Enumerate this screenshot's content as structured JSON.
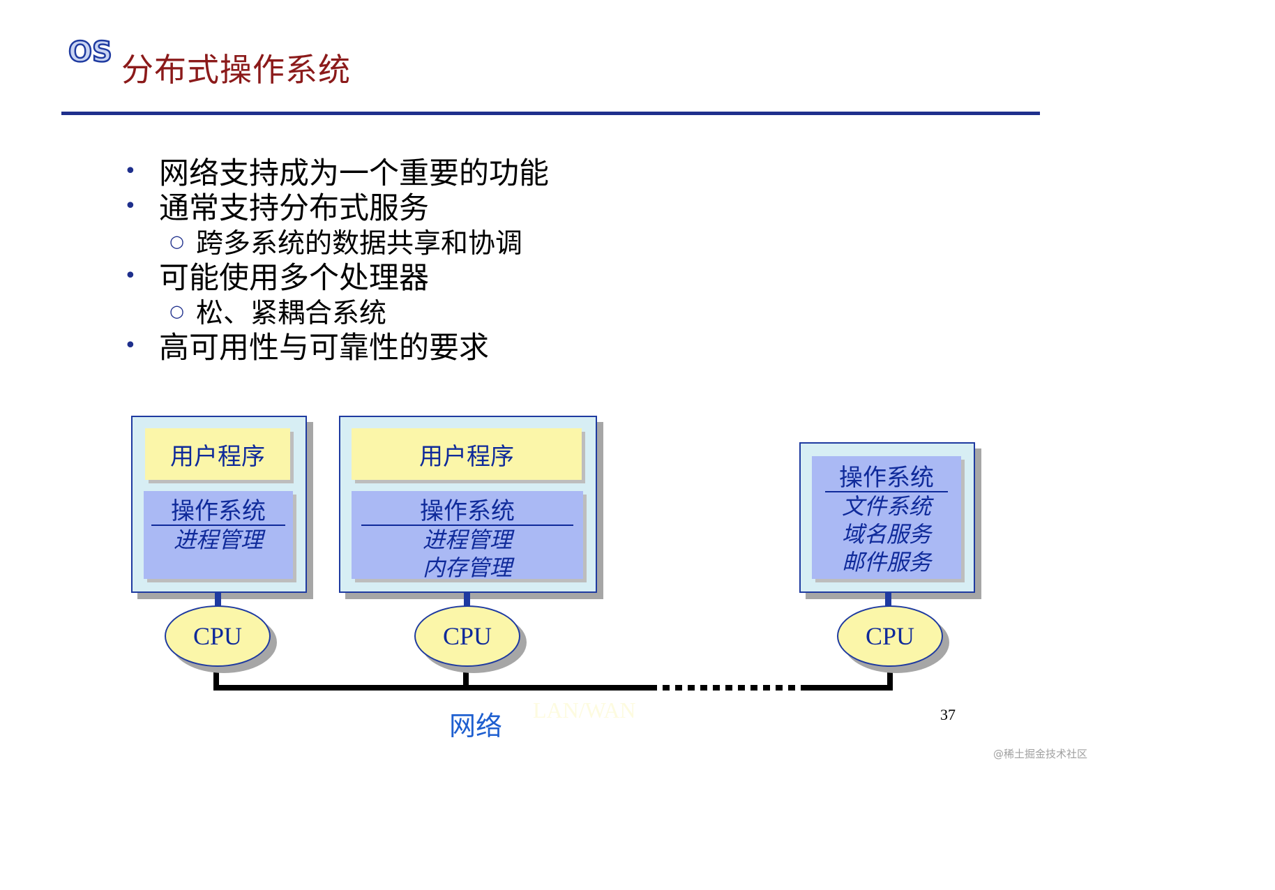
{
  "header": {
    "logo_text": "OS",
    "title": "分布式操作系统"
  },
  "bullets": [
    {
      "level": 1,
      "text": "网络支持成为一个重要的功能"
    },
    {
      "level": 1,
      "text": "通常支持分布式服务"
    },
    {
      "level": 2,
      "text": "跨多系统的数据共享和协调"
    },
    {
      "level": 1,
      "text": "可能使用多个处理器"
    },
    {
      "level": 2,
      "text": "松、紧耦合系统"
    },
    {
      "level": 1,
      "text": "高可用性与可靠性的要求"
    }
  ],
  "bullet_glyphs": {
    "level1": "•",
    "level2": "○"
  },
  "diagram": {
    "nodes": [
      {
        "user_program": "用户程序",
        "os_title": "操作系统",
        "os_items": [
          "进程管理"
        ],
        "cpu": "CPU"
      },
      {
        "user_program": "用户程序",
        "os_title": "操作系统",
        "os_items": [
          "进程管理",
          "内存管理"
        ],
        "cpu": "CPU"
      },
      {
        "os_title": "操作系统",
        "os_items": [
          "文件系统",
          "域名服务",
          "邮件服务"
        ],
        "cpu": "CPU"
      }
    ],
    "network_label": "网络",
    "network_type": "LAN/WAN"
  },
  "footer": {
    "page_number": "37",
    "watermark": "@稀土掘金技术社区"
  },
  "colors": {
    "title": "#8b1a1a",
    "rule": "#1e2f8c",
    "box_bg": "#d7eef4",
    "user_program_bg": "#fbf6a9",
    "os_panel_bg": "#aab9f4",
    "diagram_text": "#0f2a9a",
    "network_label": "#1e5fd0"
  }
}
